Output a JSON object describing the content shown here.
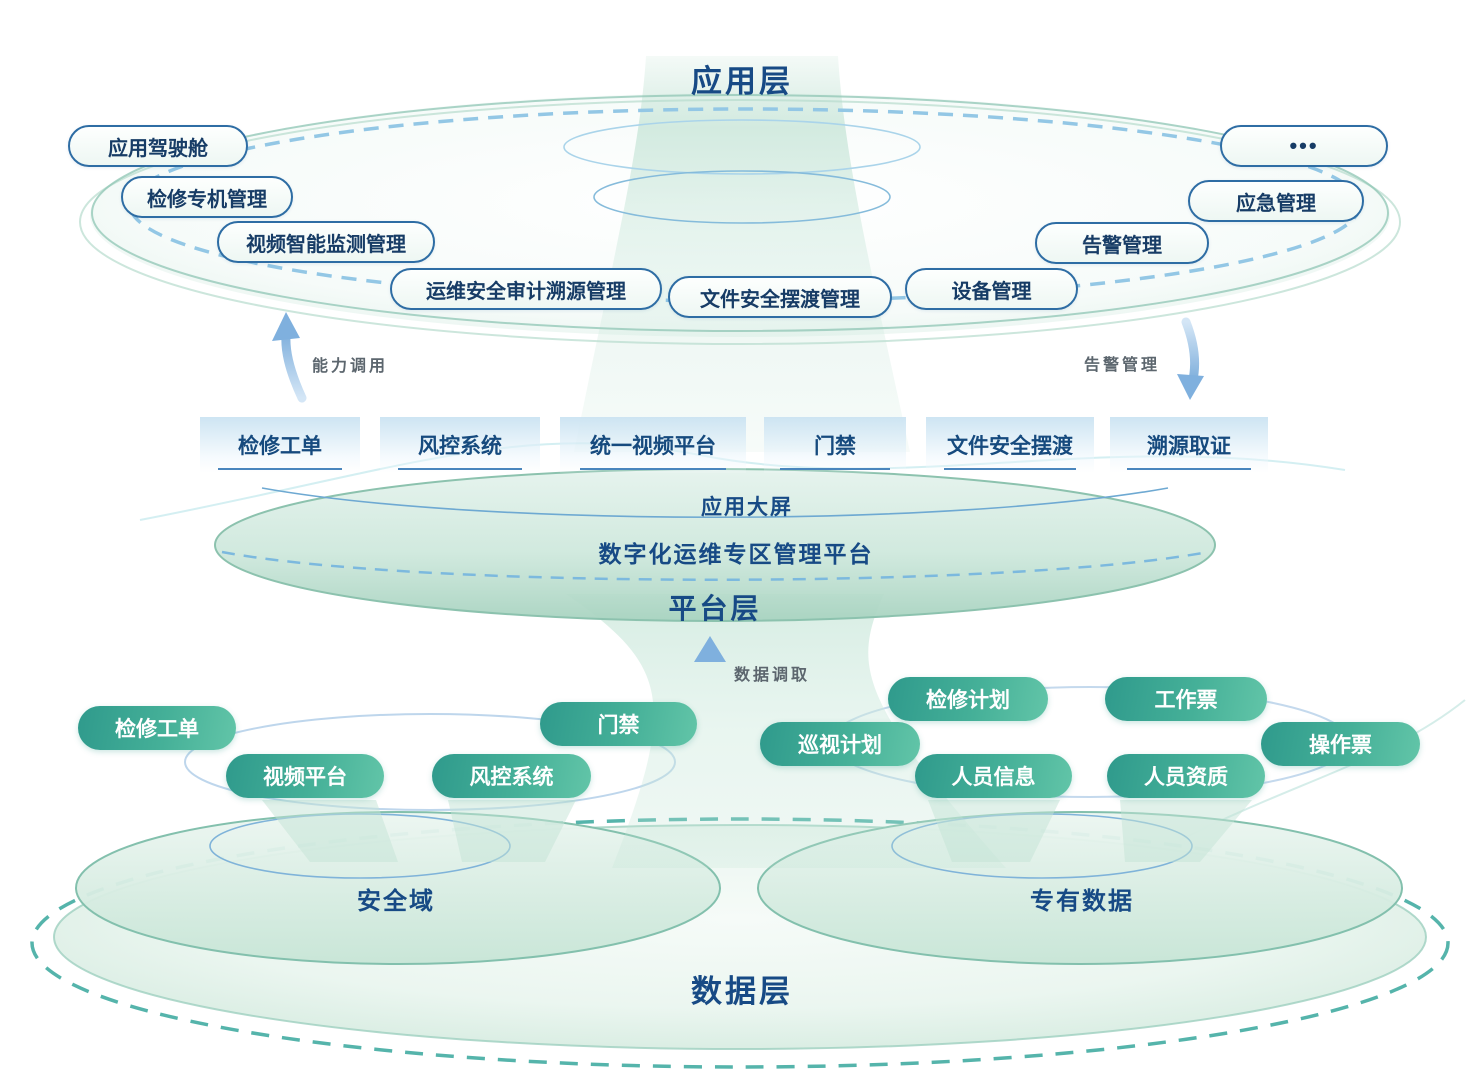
{
  "app_layer": {
    "title": "应用层",
    "pills": [
      {
        "label": "应用驾驶舱"
      },
      {
        "label": "检修专机管理"
      },
      {
        "label": "视频智能监测管理"
      },
      {
        "label": "运维安全审计溯源管理"
      },
      {
        "label": "文件安全摆渡管理"
      },
      {
        "label": "设备管理"
      },
      {
        "label": "告警管理"
      },
      {
        "label": "应急管理"
      },
      {
        "label": "•••"
      }
    ]
  },
  "flows": {
    "capability_call": "能力调用",
    "alarm_management": "告警管理",
    "data_retrieval": "数据调取"
  },
  "platform_layer": {
    "title": "平台层",
    "tabs": [
      {
        "label": "检修工单"
      },
      {
        "label": "风控系统"
      },
      {
        "label": "统一视频平台"
      },
      {
        "label": "门禁"
      },
      {
        "label": "文件安全摆渡"
      },
      {
        "label": "溯源取证"
      }
    ],
    "screen_label": "应用大屏",
    "platform_name": "数字化运维专区管理平台"
  },
  "data_layer": {
    "title": "数据层",
    "security_domain": {
      "label": "安全域",
      "pills": [
        "检修工单",
        "视频平台",
        "风控系统",
        "门禁"
      ]
    },
    "proprietary_data": {
      "label": "专有数据",
      "pills": [
        "巡视计划",
        "检修计划",
        "人员信息",
        "工作票",
        "人员资质",
        "操作票"
      ]
    }
  },
  "colors": {
    "title_navy": "#174a85",
    "pill_border_blue": "#2e6da4",
    "pill_text_navy": "#173c66",
    "green_gradient_start": "#2f9a8c",
    "green_gradient_end": "#62c5a8",
    "dashed_blue": "#90c5e3",
    "dashed_teal": "#55b4ab",
    "arrow_blue": "#7fb0de",
    "flow_label_gray": "#5c666e",
    "tab_underline": "#4a86bd"
  }
}
